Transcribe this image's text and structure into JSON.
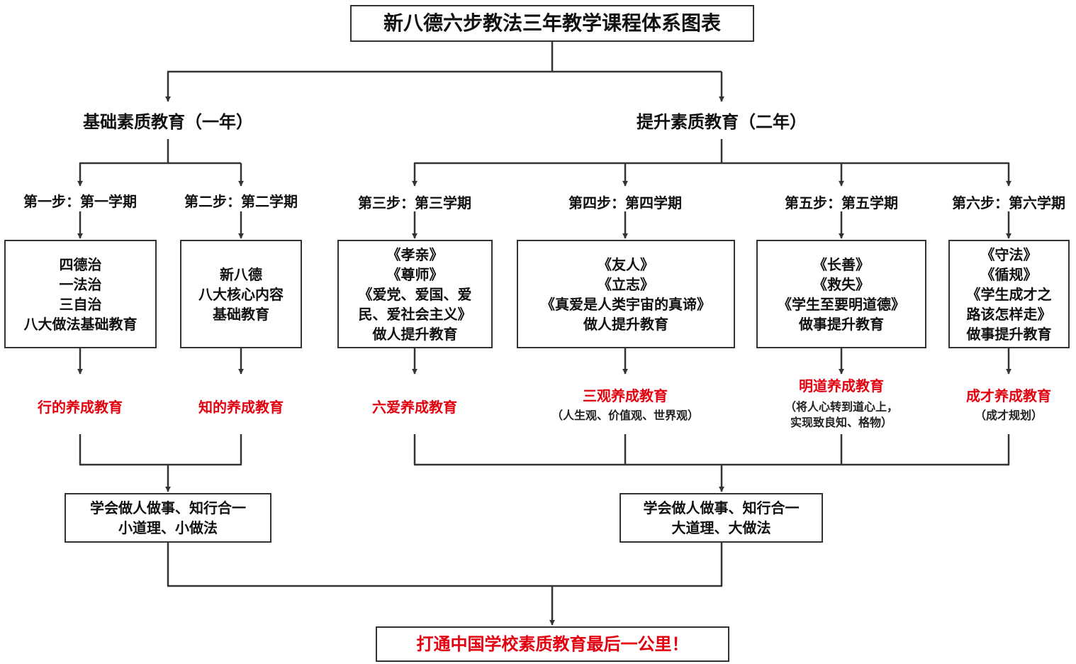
{
  "title": "新八德六步教法三年教学课程体系图表",
  "accent_color": "#e3000f",
  "branches": {
    "basic": "基础素质教育（一年）",
    "advanced": "提升素质教育（二年）"
  },
  "steps": [
    {
      "label": "第一步：第一学期",
      "content": [
        "四德治",
        "一法治",
        "三自治",
        "八大做法基础教育"
      ],
      "outcome": "行的养成教育",
      "note": []
    },
    {
      "label": "第二步：第二学期",
      "content": [
        "新八德",
        "八大核心内容",
        "基础教育"
      ],
      "outcome": "知的养成教育",
      "note": []
    },
    {
      "label": "第三步：第三学期",
      "content": [
        "《孝亲》",
        "《尊师》",
        "《爱党、爱国、爱",
        "民、爱社会主义》",
        "做人提升教育"
      ],
      "outcome": "六爱养成教育",
      "note": []
    },
    {
      "label": "第四步：第四学期",
      "content": [
        "《友人》",
        "《立志》",
        "《真爱是人类宇宙的真谛》",
        "做人提升教育"
      ],
      "outcome": "三观养成教育",
      "note": [
        "（人生观、价值观、世界观）"
      ]
    },
    {
      "label": "第五步：第五学期",
      "content": [
        "《长善》",
        "《救失》",
        "《学生至要明道德》",
        "做事提升教育"
      ],
      "outcome": "明道养成教育",
      "note": [
        "（将人心转到道心上，",
        "实现致良知、格物）"
      ]
    },
    {
      "label": "第六步：第六学期",
      "content": [
        "《守法》",
        "《循规》",
        "《学生成才之",
        "路该怎样走》",
        "做事提升教育"
      ],
      "outcome": "成才养成教育",
      "note": [
        "（成才规划）"
      ]
    }
  ],
  "summaries": {
    "basic": [
      "学会做人做事、知行合一",
      "小道理、小做法"
    ],
    "advanced": [
      "学会做人做事、知行合一",
      "大道理、大做法"
    ]
  },
  "final": "打通中国学校素质教育最后一公里！"
}
